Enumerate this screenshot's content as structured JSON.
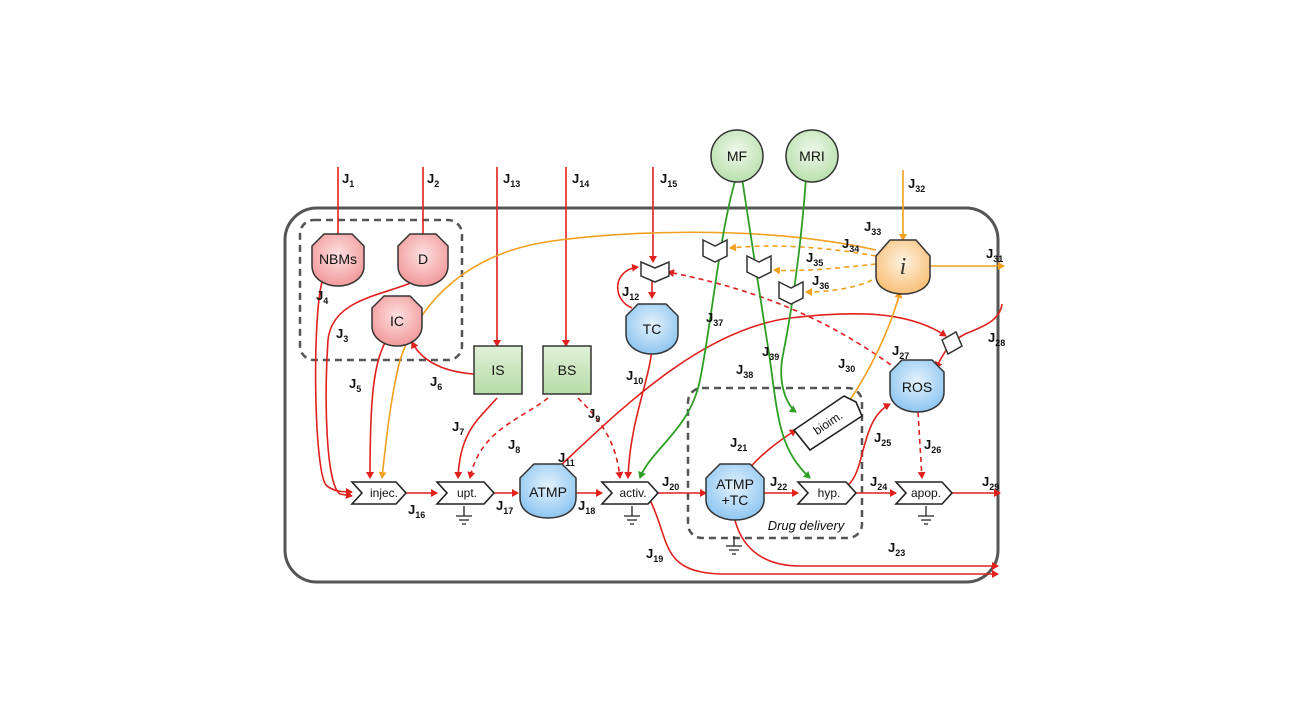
{
  "nodes": {
    "nbms": "NBMs",
    "d": "D",
    "ic": "IC",
    "is": "IS",
    "bs": "BS",
    "tc": "TC",
    "mf": "MF",
    "mri": "MRI",
    "i": "i",
    "ros": "ROS",
    "atmp": "ATMP",
    "atmp_tc_1": "ATMP",
    "atmp_tc_2": "+TC",
    "inject": "injec.",
    "upt": "upt.",
    "activ": "activ.",
    "hyp": "hyp.",
    "apop": "apop.",
    "bioim": "bioim."
  },
  "drug_delivery_caption": "Drug delivery",
  "flux_labels": [
    {
      "id": "J1",
      "main": "J",
      "sub": "1"
    },
    {
      "id": "J2",
      "main": "J",
      "sub": "2"
    },
    {
      "id": "J3",
      "main": "J",
      "sub": "3"
    },
    {
      "id": "J4",
      "main": "J",
      "sub": "4"
    },
    {
      "id": "J5",
      "main": "J",
      "sub": "5"
    },
    {
      "id": "J6",
      "main": "J",
      "sub": "6"
    },
    {
      "id": "J7",
      "main": "J",
      "sub": "7"
    },
    {
      "id": "J8",
      "main": "J",
      "sub": "8"
    },
    {
      "id": "J9",
      "main": "J",
      "sub": "9"
    },
    {
      "id": "J10",
      "main": "J",
      "sub": "10"
    },
    {
      "id": "J11",
      "main": "J",
      "sub": "11"
    },
    {
      "id": "J12",
      "main": "J",
      "sub": "12"
    },
    {
      "id": "J13",
      "main": "J",
      "sub": "13"
    },
    {
      "id": "J14",
      "main": "J",
      "sub": "14"
    },
    {
      "id": "J15",
      "main": "J",
      "sub": "15"
    },
    {
      "id": "J16",
      "main": "J",
      "sub": "16"
    },
    {
      "id": "J17",
      "main": "J",
      "sub": "17"
    },
    {
      "id": "J18",
      "main": "J",
      "sub": "18"
    },
    {
      "id": "J19",
      "main": "J",
      "sub": "19"
    },
    {
      "id": "J20",
      "main": "J",
      "sub": "20"
    },
    {
      "id": "J21",
      "main": "J",
      "sub": "21"
    },
    {
      "id": "J22",
      "main": "J",
      "sub": "22"
    },
    {
      "id": "J23",
      "main": "J",
      "sub": "23"
    },
    {
      "id": "J24",
      "main": "J",
      "sub": "24"
    },
    {
      "id": "J25",
      "main": "J",
      "sub": "25"
    },
    {
      "id": "J26",
      "main": "J",
      "sub": "26"
    },
    {
      "id": "J27",
      "main": "J",
      "sub": "27"
    },
    {
      "id": "J28",
      "main": "J",
      "sub": "28"
    },
    {
      "id": "J29",
      "main": "J",
      "sub": "29"
    },
    {
      "id": "J30",
      "main": "J",
      "sub": "30"
    },
    {
      "id": "J31",
      "main": "J",
      "sub": "31"
    },
    {
      "id": "J32",
      "main": "J",
      "sub": "32"
    },
    {
      "id": "J33",
      "main": "J",
      "sub": "33"
    },
    {
      "id": "J34",
      "main": "J",
      "sub": "34"
    },
    {
      "id": "J35",
      "main": "J",
      "sub": "35"
    },
    {
      "id": "J36",
      "main": "J",
      "sub": "36"
    },
    {
      "id": "J37",
      "main": "J",
      "sub": "37"
    },
    {
      "id": "J38",
      "main": "J",
      "sub": "38"
    },
    {
      "id": "J39",
      "main": "J",
      "sub": "39"
    }
  ],
  "colors": {
    "red_flux": "#e0201c",
    "orange_flux": "#f2a01e",
    "green_flux": "#2e9e25",
    "pink_node": "#f7a7a7",
    "blue_node": "#a9d3f5",
    "green_node": "#cfe9c6",
    "orange_node": "#fbd4a0",
    "border": "#555555"
  }
}
